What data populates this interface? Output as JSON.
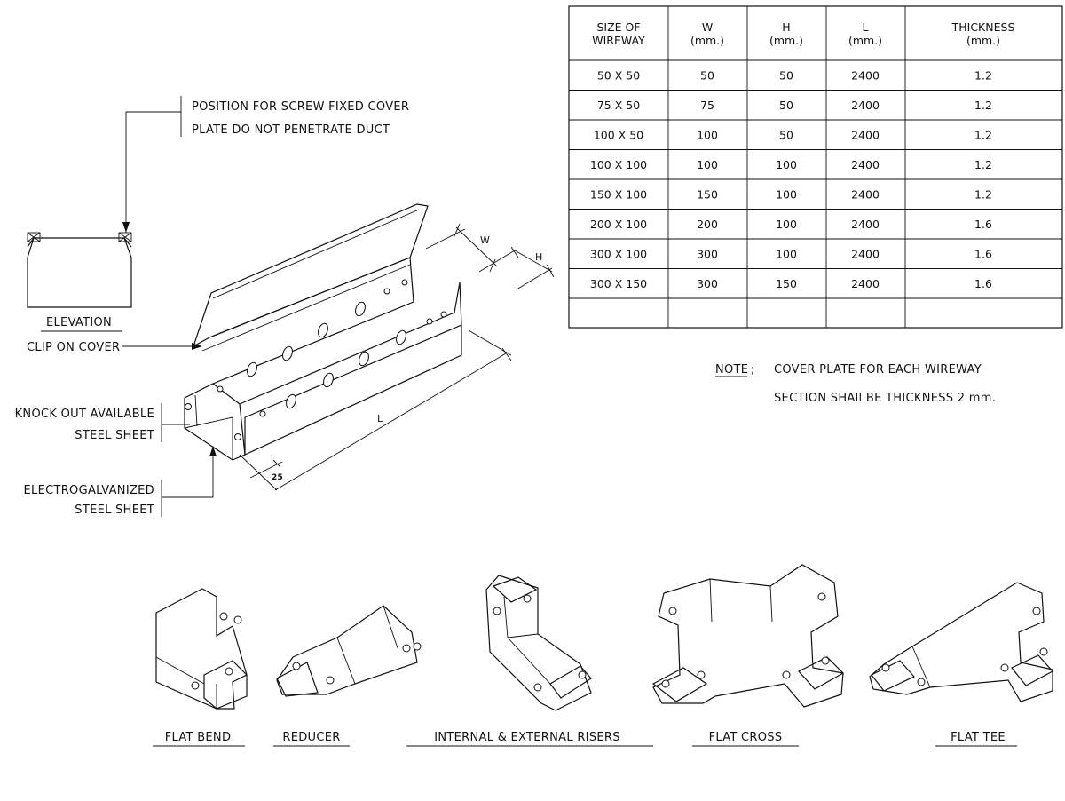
{
  "labels": {
    "position_cover_1": "POSITION FOR SCREW FIXED COVER",
    "position_cover_2": "PLATE DO NOT PENETRATE DUCT",
    "elevation": "ELEVATION",
    "clip_on_cover": "CLIP ON COVER",
    "knock_out_1": "KNOCK OUT AVAILABLE",
    "knock_out_2": "STEEL SHEET",
    "electro_1": "ELECTROGALVANIZED",
    "electro_2": "STEEL SHEET",
    "dim_w": "W",
    "dim_h": "H",
    "dim_l": "L",
    "dim_25": "25"
  },
  "table": {
    "headers": [
      [
        "SIZE OF",
        "WIREWAY"
      ],
      [
        "W",
        "(mm.)"
      ],
      [
        "H",
        "(mm.)"
      ],
      [
        "L",
        "(mm.)"
      ],
      [
        "THICKNESS",
        "(mm.)"
      ]
    ],
    "rows": [
      [
        "50 X 50",
        "50",
        "50",
        "2400",
        "1.2"
      ],
      [
        "75 X 50",
        "75",
        "50",
        "2400",
        "1.2"
      ],
      [
        "100 X 50",
        "100",
        "50",
        "2400",
        "1.2"
      ],
      [
        "100 X 100",
        "100",
        "100",
        "2400",
        "1.2"
      ],
      [
        "150 X 100",
        "150",
        "100",
        "2400",
        "1.2"
      ],
      [
        "200 X 100",
        "200",
        "100",
        "2400",
        "1.6"
      ],
      [
        "300 X 100",
        "300",
        "100",
        "2400",
        "1.6"
      ],
      [
        "300 X 150",
        "300",
        "150",
        "2400",
        "1.6"
      ],
      [
        "",
        "",
        "",
        "",
        ""
      ]
    ]
  },
  "note": {
    "label": "NOTE",
    "sep": ";",
    "line1": "COVER PLATE FOR EACH WIREWAY",
    "line2": "SECTION SHAll BE THICKNESS 2 mm."
  },
  "fittings": [
    "FLAT BEND",
    "REDUCER",
    "INTERNAL & EXTERNAL RISERS",
    "FLAT CROSS",
    "FLAT TEE"
  ]
}
